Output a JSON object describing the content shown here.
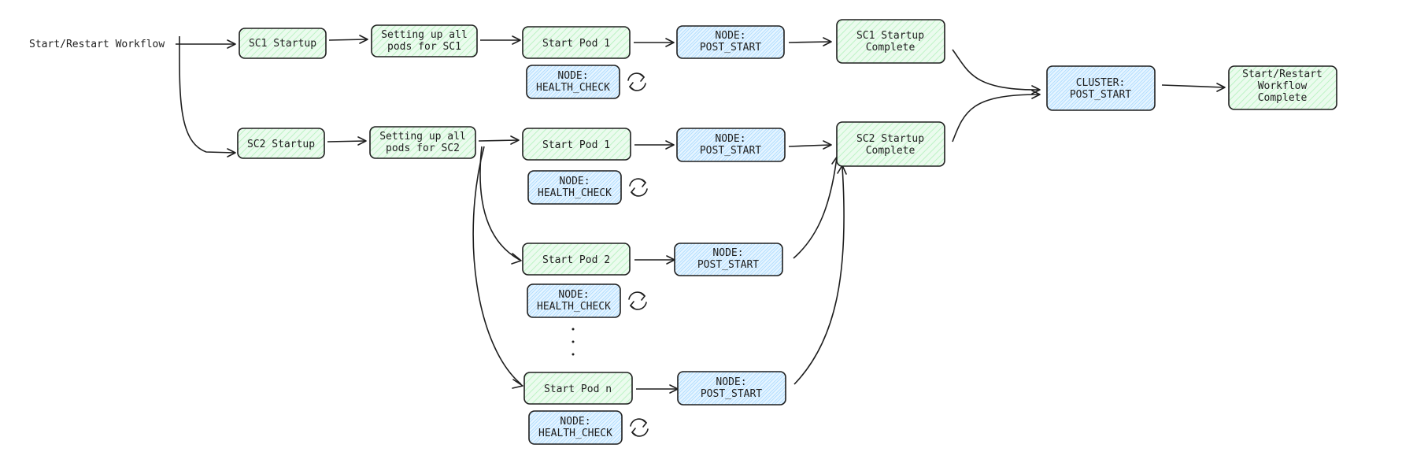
{
  "diagram": {
    "colors": {
      "green_fill": "#ebfbee",
      "green_hatch": "#b2f2bb",
      "blue_fill": "#e7f5ff",
      "blue_hatch": "#a5d8ff",
      "stroke": "#1e1e1e"
    },
    "start_label": "Start/Restart Workflow",
    "nodes": {
      "sc1_startup": "SC1 Startup",
      "sc1_setup": "Setting up all\npods for SC1",
      "sc1_pod1": "Start Pod 1",
      "sc1_pod1_post": "NODE:\nPOST_START",
      "sc1_pod1_health": "NODE:\nHEALTH_CHECK",
      "sc1_complete": "SC1 Startup\nComplete",
      "sc2_startup": "SC2 Startup",
      "sc2_setup": "Setting up all\npods for SC2",
      "sc2_pod1": "Start Pod 1",
      "sc2_pod1_post": "NODE:\nPOST_START",
      "sc2_pod1_health": "NODE:\nHEALTH_CHECK",
      "sc2_pod2": "Start Pod 2",
      "sc2_pod2_post": "NODE:\nPOST_START",
      "sc2_pod2_health": "NODE:\nHEALTH_CHECK",
      "sc2_podn": "Start Pod n",
      "sc2_podn_post": "NODE:\nPOST_START",
      "sc2_podn_health": "NODE:\nHEALTH_CHECK",
      "sc2_complete": "SC2 Startup\nComplete",
      "cluster_post": "CLUSTER:\nPOST_START",
      "workflow_complete": "Start/Restart\nWorkflow\nComplete"
    },
    "loop_icon": "refresh-cycle-icon",
    "ellipsis_icon": "vertical-ellipsis-icon"
  }
}
